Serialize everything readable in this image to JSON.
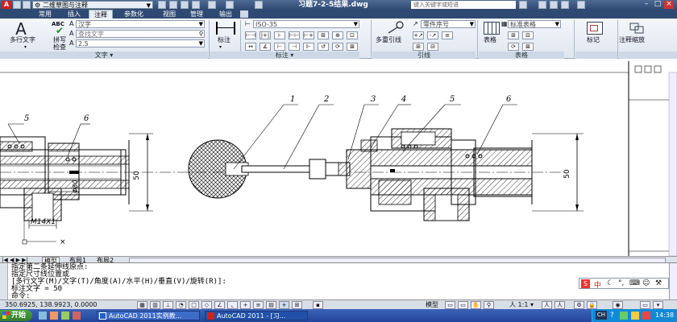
{
  "titlebar": {
    "workspace": "二维草图与注释",
    "document": "习题7-2-5结果.dwg",
    "search_placeholder": "键入关键字或短语"
  },
  "tabs": [
    {
      "label": "常用"
    },
    {
      "label": "插入"
    },
    {
      "label": "注释",
      "active": true
    },
    {
      "label": "参数化"
    },
    {
      "label": "视图"
    },
    {
      "label": "管理"
    },
    {
      "label": "输出"
    }
  ],
  "ribbon": {
    "text_panel": {
      "mtext": "多行文字",
      "spell_line1": "拼写",
      "spell_line2": "检查",
      "abc": "ABC",
      "font": "汉字",
      "find_placeholder": "查找文字",
      "height": "2.5",
      "label": "文字 ▾"
    },
    "dim_panel": {
      "dimension": "标注",
      "style": "ISO-35",
      "label": "标注 ▾"
    },
    "leader_panel": {
      "multileader": "多重引线",
      "style": "零件序号",
      "label": "引线"
    },
    "table_panel": {
      "table": "表格",
      "style": "标准表格",
      "label": "表格"
    },
    "mark_panel": {
      "mark": "标记"
    },
    "scale_panel": {
      "scale": "注释缩放"
    }
  },
  "drawing": {
    "balloons": [
      "1",
      "2",
      "3",
      "4",
      "5",
      "6",
      "5",
      "6"
    ],
    "dim_left": "50",
    "dim_right": "50",
    "thread_label": "M14X1",
    "dim_phi": "Φ80"
  },
  "layout_tabs": [
    {
      "label": "模型",
      "active": true
    },
    {
      "label": "布局1"
    },
    {
      "label": "布局2"
    }
  ],
  "command": {
    "lines": [
      "指定第二条延伸线原点:",
      "指定尺寸线位置或",
      "[多行文字(M)/文字(T)/角度(A)/水平(H)/垂直(V)/旋转(R)]:",
      "标注文字 = 50",
      "命令:"
    ]
  },
  "status": {
    "coords": "350.6925, 138.9923, 0.0000",
    "model": "模型",
    "scale": "1:1"
  },
  "taskbar": {
    "start": "开始",
    "task1": "AutoCAD 2011实例教...",
    "task2": "AutoCAD 2011 - [习...",
    "ime": "CH",
    "clock": "14:38"
  },
  "ime_bar": {
    "label": "中"
  }
}
